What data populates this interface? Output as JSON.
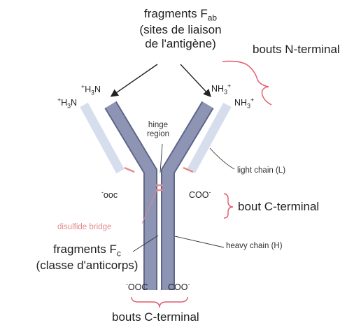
{
  "labels": {
    "fab_line1": "fragments F",
    "fab_sub": "ab",
    "fab_line2": "(sites de liaison",
    "fab_line3": "de l'antigène)",
    "n_terminal": "bouts N-terminal",
    "hinge_line1": "hinge",
    "hinge_line2": "region",
    "light_chain": "light chain (L)",
    "c_terminal_side": "bout C-terminal",
    "disulfide": "disulfide bridge",
    "fc_line1": "fragments F",
    "fc_sub": "c",
    "fc_line2": "(classe d'anticorps)",
    "heavy_chain": "heavy chain (H)",
    "c_terminal_bottom": "bouts C-terminal"
  },
  "termini": {
    "h3n_upper": "H",
    "h3n_lower": "H",
    "nh3_upper": "NH",
    "nh3_lower": "NH",
    "ooc_left_arm": "ooc",
    "coo_right_arm": "COO",
    "ooc_bottom": "OOC",
    "coo_bottom": "COO"
  },
  "colors": {
    "heavy_chain": "#8d94b4",
    "heavy_chain_edge": "#5f6688",
    "light_chain": "#c4d0e6",
    "disulfide": "#e58a8a",
    "bracket": "#e05a6a",
    "arrow": "#222222"
  }
}
